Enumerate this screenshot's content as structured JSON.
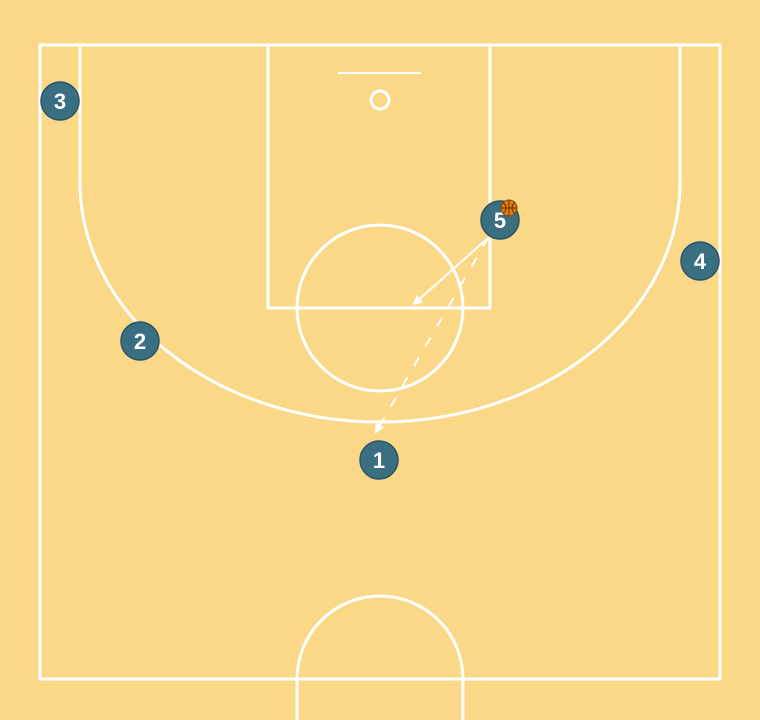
{
  "colors": {
    "court": "#fbd888",
    "lines": "#ffffff",
    "player_fill": "#3a6f82",
    "player_stroke": "#2b5565",
    "ball": "#e07b10"
  },
  "players": [
    {
      "id": "player-1",
      "label": "1"
    },
    {
      "id": "player-2",
      "label": "2"
    },
    {
      "id": "player-3",
      "label": "3"
    },
    {
      "id": "player-4",
      "label": "4"
    },
    {
      "id": "player-5",
      "label": "5"
    }
  ],
  "actions": [
    {
      "type": "pass",
      "from": "5",
      "to": "1",
      "style": "dashed"
    },
    {
      "type": "cut",
      "from": "5",
      "style": "solid-arrow"
    }
  ],
  "ball_holder": "5",
  "icons": {
    "ball": "basketball-icon"
  }
}
